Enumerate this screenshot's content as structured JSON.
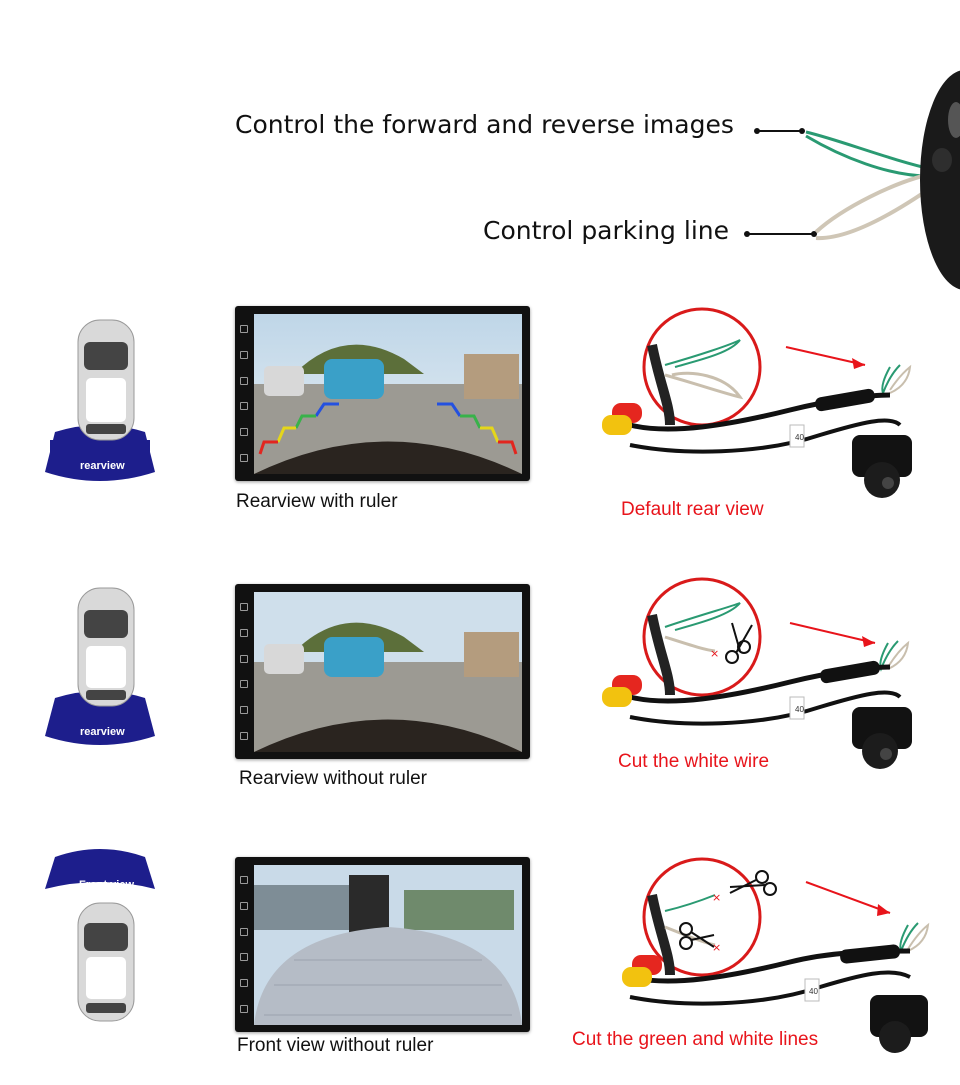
{
  "header": {
    "line1": "Control the forward and reverse images",
    "line2": "Control parking line"
  },
  "rows": [
    {
      "badge": "rearview",
      "screen_caption": "Rearview with ruler",
      "wire_caption": "Default rear view"
    },
    {
      "badge": "rearview",
      "screen_caption": "Rearview without ruler",
      "wire_caption": "Cut the white wire"
    },
    {
      "badge": "Front view",
      "screen_caption": "Front view without ruler",
      "wire_caption": "Cut the green and white lines"
    }
  ],
  "camera_label": "40",
  "colors": {
    "badge": "#1d1e8c",
    "caption_red": "#e8141b",
    "wire_green": "#2a9a72",
    "wire_white": "#c9bfae",
    "arrow_red": "#e8141b"
  }
}
